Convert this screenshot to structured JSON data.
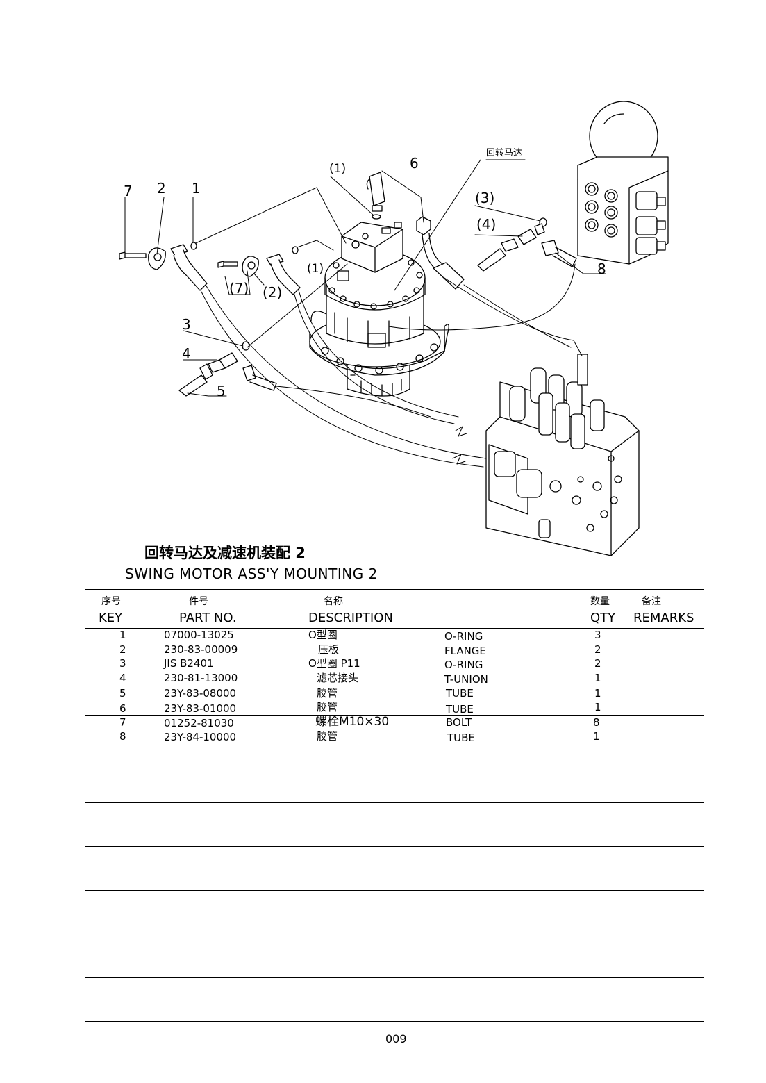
{
  "diagram": {
    "callout_top_label": "回转马达",
    "callouts": [
      "7",
      "2",
      "1",
      "(1)",
      "6",
      "(3)",
      "(4)",
      "(1)",
      "(7)",
      "(2)",
      "8",
      "3",
      "4",
      "5"
    ]
  },
  "title": {
    "zh": "回转马达及减速机装配 2",
    "en": "SWING MOTOR ASS'Y MOUNTING 2"
  },
  "table": {
    "headers": {
      "key": {
        "zh": "序号",
        "en": "KEY"
      },
      "part_no": {
        "zh": "件号",
        "en": "PART NO."
      },
      "description": {
        "zh": "名称",
        "en": "DESCRIPTION"
      },
      "qty": {
        "zh": "数量",
        "en": "QTY"
      },
      "remarks": {
        "zh": "备注",
        "en": "REMARKS"
      }
    },
    "rows": [
      {
        "key": "1",
        "part_no": "07000-13025",
        "name_zh": "O型圈",
        "name_en": "O-RING",
        "qty": "3"
      },
      {
        "key": "2",
        "part_no": "230-83-00009",
        "name_zh": "压板",
        "name_en": "FLANGE",
        "qty": "2"
      },
      {
        "key": "3",
        "part_no": "JIS B2401",
        "name_zh": "O型圈 P11",
        "name_en": "O-RING",
        "qty": "2"
      },
      {
        "key": "4",
        "part_no": "230-81-13000",
        "name_zh": "滤芯接头",
        "name_en": "T-UNION",
        "qty": "1"
      },
      {
        "key": "5",
        "part_no": "23Y-83-08000",
        "name_zh": "胶管",
        "name_en": "TUBE",
        "qty": "1"
      },
      {
        "key": "6",
        "part_no": "23Y-83-01000",
        "name_zh": "胶管",
        "name_en": "TUBE",
        "qty": "1"
      },
      {
        "key": "7",
        "part_no": "01252-81030",
        "name_zh": "螺栓M10×30",
        "name_en": "BOLT",
        "qty": "8"
      },
      {
        "key": "8",
        "part_no": "23Y-84-10000",
        "name_zh": "胶管",
        "name_en": "TUBE",
        "qty": "1"
      }
    ]
  },
  "page_number": "009"
}
